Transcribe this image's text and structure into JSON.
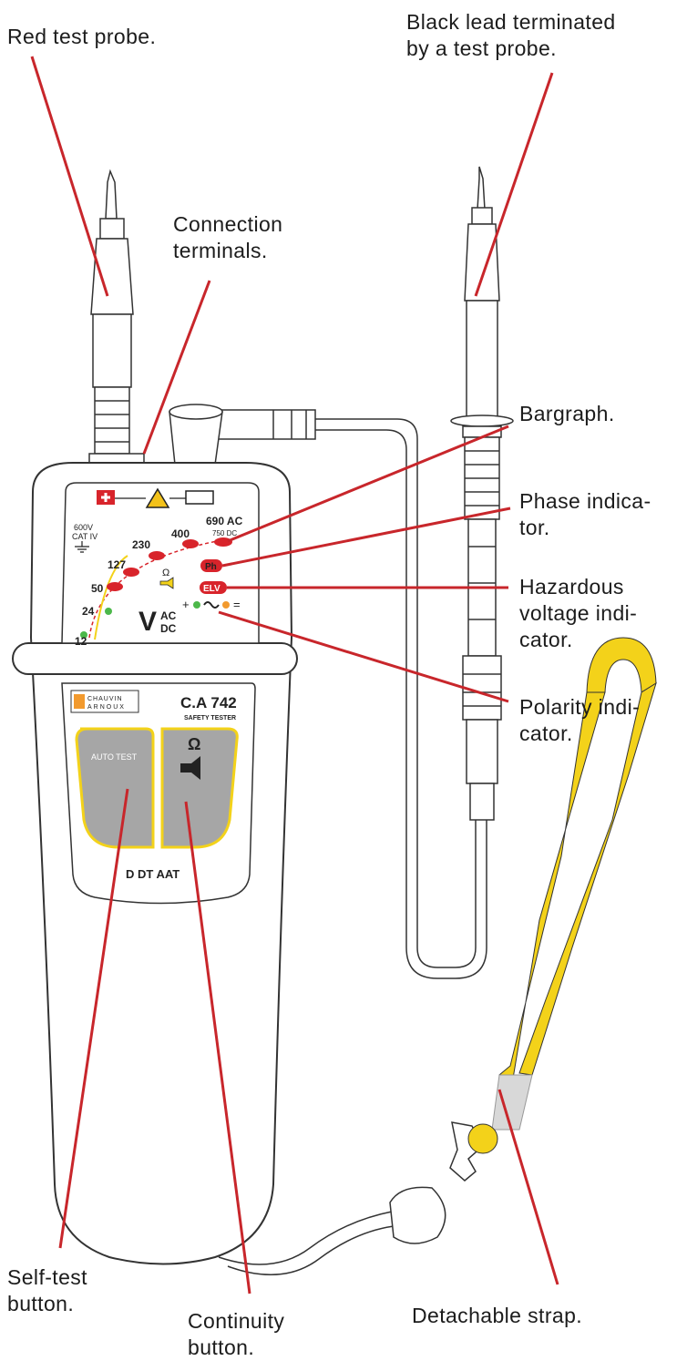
{
  "labels": {
    "red_probe": "Red test probe.",
    "black_lead_1": "Black lead terminated",
    "black_lead_2": "by a test probe.",
    "connection_1": "Connection",
    "connection_2": "terminals.",
    "bargraph": "Bargraph.",
    "phase_1": "Phase indica-",
    "phase_2": "tor.",
    "hazard_1": "Hazardous",
    "hazard_2": "voltage indi-",
    "hazard_3": "cator.",
    "polarity_1": "Polarity indi-",
    "polarity_2": "cator.",
    "selftest_1": "Self-test",
    "selftest_2": "button.",
    "continuity_1": "Continuity",
    "continuity_2": "button.",
    "strap": "Detachable strap."
  },
  "device": {
    "cat_1": "600V",
    "cat_2": "CAT IV",
    "v12": "12",
    "v24": "24",
    "v50": "50",
    "v127": "127",
    "v230": "230",
    "v400": "400",
    "v690": "690 AC",
    "v750": "750 DC",
    "ph": "Ph",
    "elv": "ELV",
    "v": "V",
    "ac": "AC",
    "dc": "DC",
    "ohm": "Ω",
    "brand_1": "CHAUVIN",
    "brand_2": "ARNOUX",
    "model": "C.A 742",
    "model_sub": "SAFETY TESTER",
    "auto_test": "AUTO TEST",
    "continuity_symbol": "Ω",
    "bottom_text": "D DT AAT"
  },
  "colors": {
    "callout_line": "#c8262b",
    "strap": "#f3d21a",
    "led_red": "#d8242b",
    "led_green": "#4cb84a",
    "led_orange": "#f29a2e",
    "button_grey": "#a6a6a6"
  }
}
